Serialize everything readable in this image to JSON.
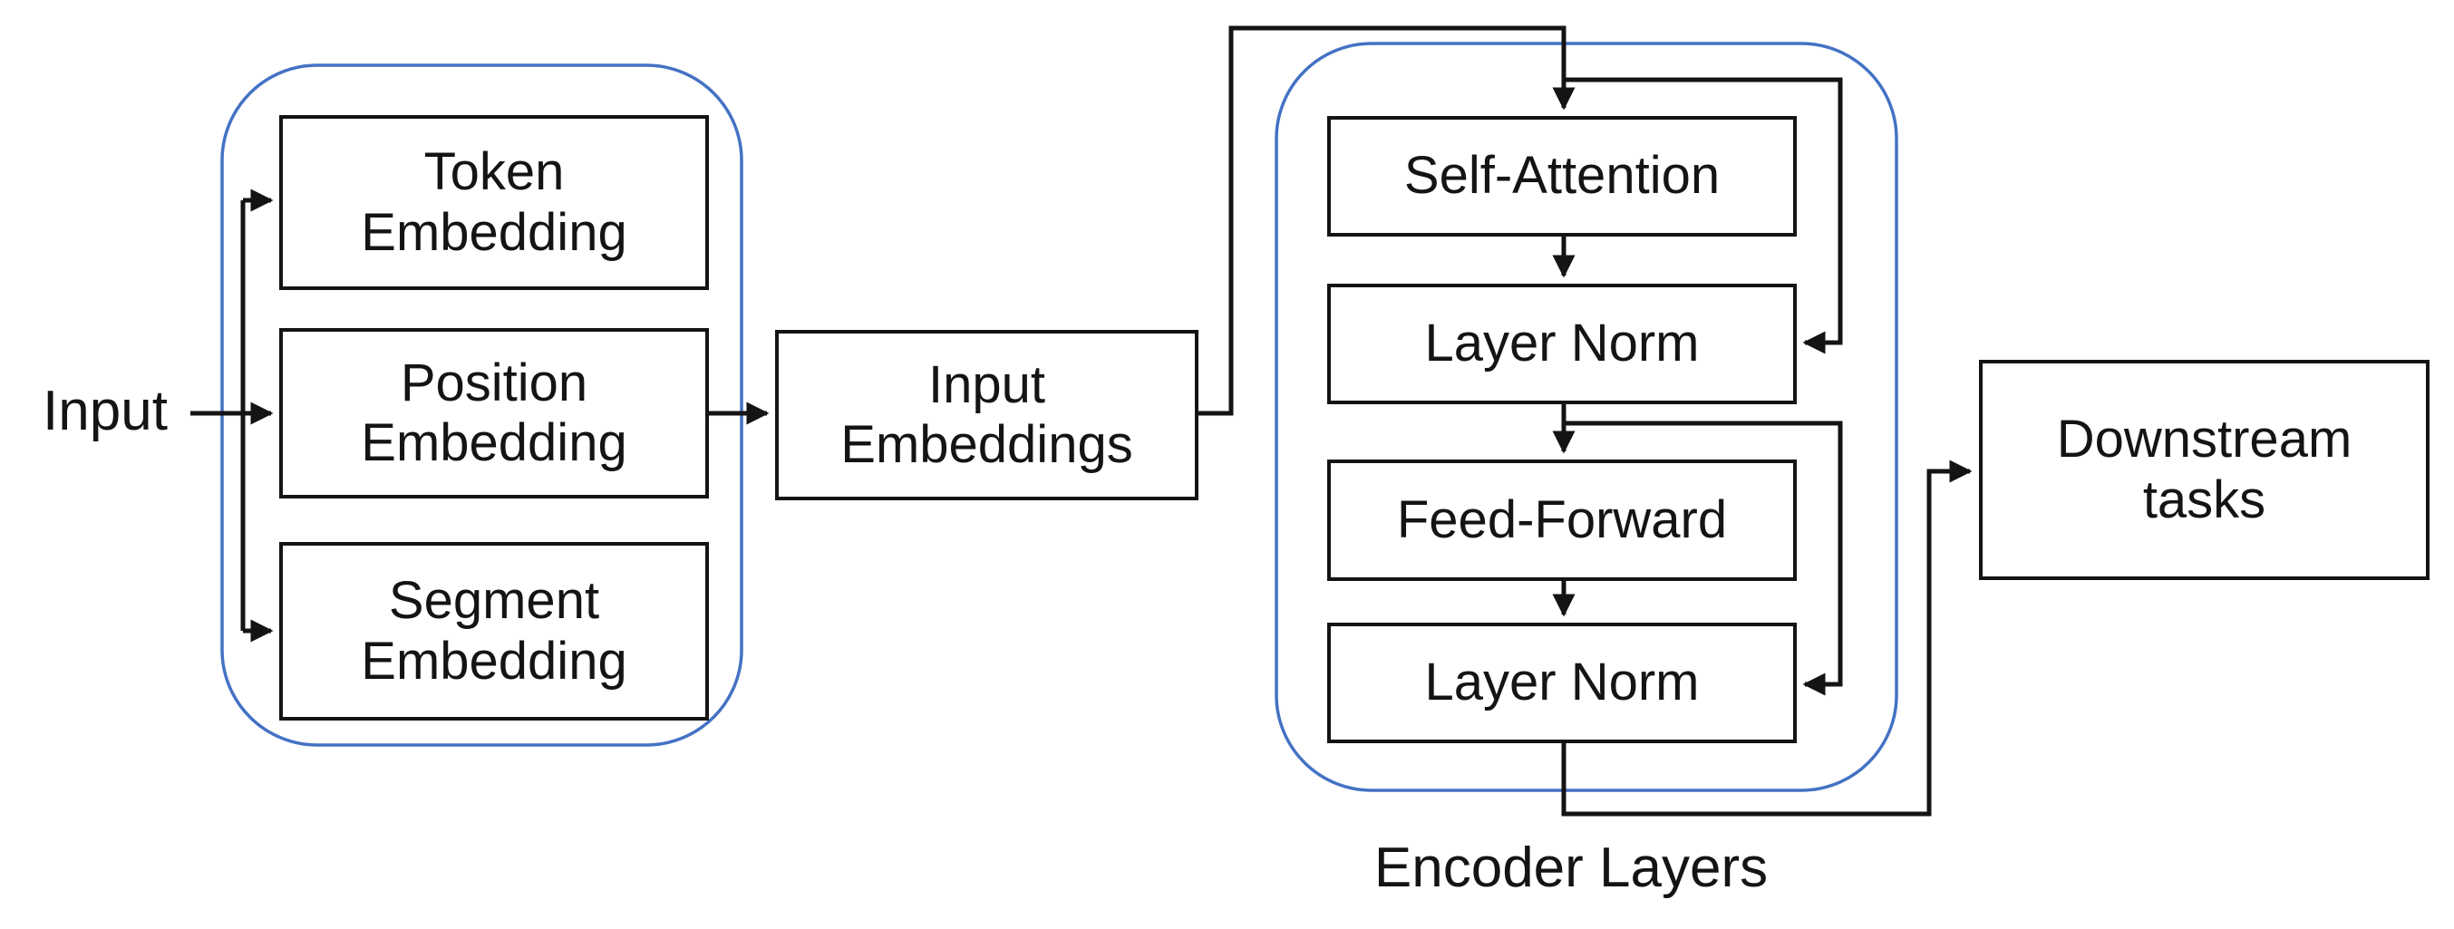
{
  "diagram": {
    "labels": {
      "input": "Input",
      "encoder_caption": "Encoder Layers"
    },
    "nodes": {
      "token_embedding": {
        "line1": "Token",
        "line2": "Embedding"
      },
      "position_embedding": {
        "line1": "Position",
        "line2": "Embedding"
      },
      "segment_embedding": {
        "line1": "Segment",
        "line2": "Embedding"
      },
      "input_embeddings": {
        "line1": "Input",
        "line2": "Embeddings"
      },
      "self_attention": {
        "label": "Self-Attention"
      },
      "layer_norm_1": {
        "label": "Layer Norm"
      },
      "feed_forward": {
        "label": "Feed-Forward"
      },
      "layer_norm_2": {
        "label": "Layer Norm"
      },
      "downstream_tasks": {
        "line1": "Downstream",
        "line2": "tasks"
      }
    },
    "edges": [
      {
        "from": "input",
        "to": "token_embedding",
        "type": "flow"
      },
      {
        "from": "input",
        "to": "position_embedding",
        "type": "flow"
      },
      {
        "from": "input",
        "to": "segment_embedding",
        "type": "flow"
      },
      {
        "from": "position_embedding",
        "to": "input_embeddings",
        "type": "flow"
      },
      {
        "from": "input_embeddings",
        "to": "self_attention",
        "type": "flow"
      },
      {
        "from": "input_embeddings",
        "to": "layer_norm_1",
        "type": "residual"
      },
      {
        "from": "self_attention",
        "to": "layer_norm_1",
        "type": "flow"
      },
      {
        "from": "layer_norm_1",
        "to": "feed_forward",
        "type": "flow"
      },
      {
        "from": "layer_norm_1",
        "to": "layer_norm_2",
        "type": "residual"
      },
      {
        "from": "feed_forward",
        "to": "layer_norm_2",
        "type": "flow"
      },
      {
        "from": "layer_norm_2",
        "to": "downstream_tasks",
        "type": "flow"
      }
    ],
    "colors": {
      "group_outline": "#4472C4",
      "line": "#141414",
      "node_border": "#141414",
      "text": "#141414",
      "background": "#ffffff"
    }
  }
}
